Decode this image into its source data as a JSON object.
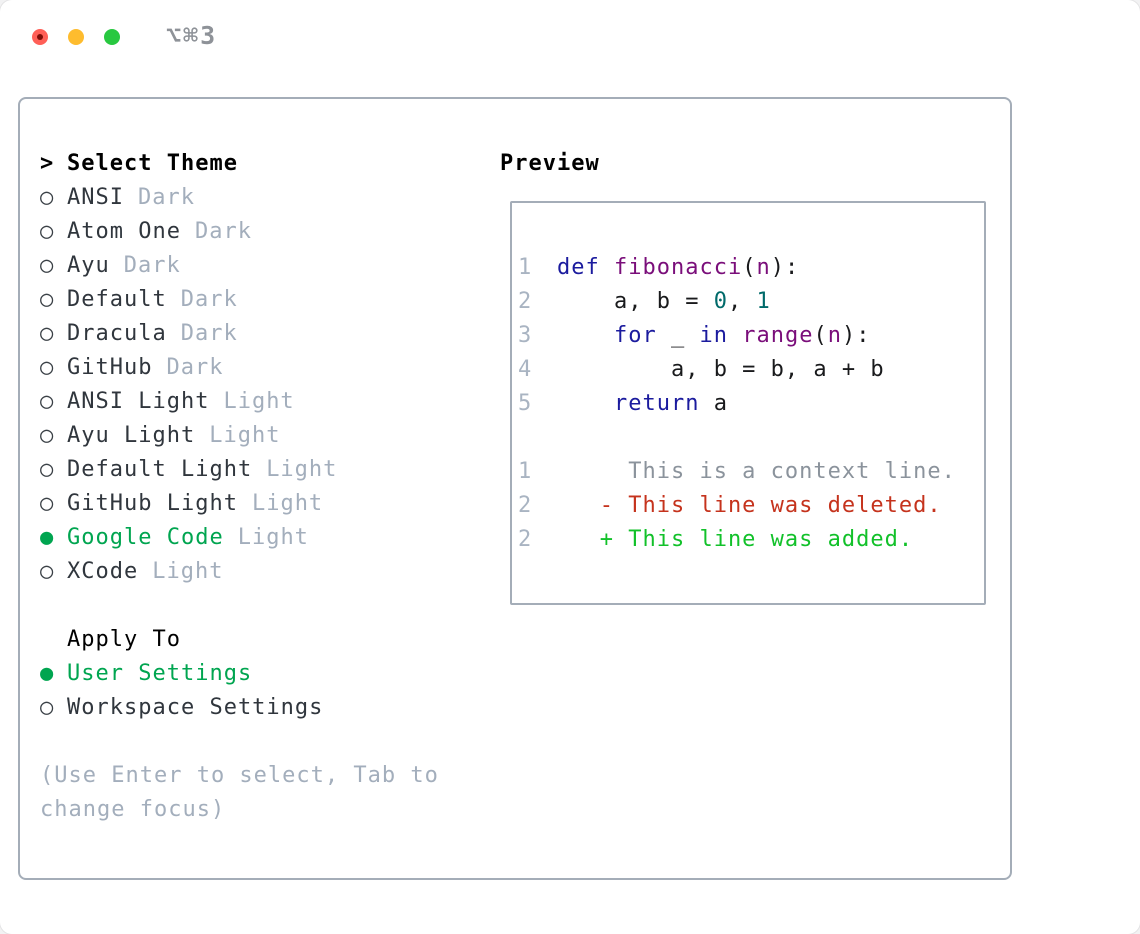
{
  "window": {
    "title": "⌥⌘3"
  },
  "colors": {
    "select_green": "#00a550",
    "added_green": "#12c12a",
    "deleted_red": "#c5331d",
    "keyword_blue": "#1b1b9e",
    "type_purple": "#7a0e7a",
    "literal_teal": "#006a6a",
    "code_plain": "#191a1c",
    "context_gray": "#8b939c",
    "gutter_gray": "#a9b4c2",
    "muted_gray": "#a3aebc",
    "item_dark": "#30363d",
    "border_gray": "#a4adb8"
  },
  "theme_selector": {
    "heading_marker": ">",
    "heading": "Select Theme",
    "markers": {
      "unselected": "○",
      "selected": "●"
    },
    "items": [
      {
        "name": "ANSI",
        "variant": "Dark",
        "selected": false
      },
      {
        "name": "Atom One",
        "variant": "Dark",
        "selected": false
      },
      {
        "name": "Ayu",
        "variant": "Dark",
        "selected": false
      },
      {
        "name": "Default",
        "variant": "Dark",
        "selected": false
      },
      {
        "name": "Dracula",
        "variant": "Dark",
        "selected": false
      },
      {
        "name": "GitHub",
        "variant": "Dark",
        "selected": false
      },
      {
        "name": "ANSI Light",
        "variant": "Light",
        "selected": false
      },
      {
        "name": "Ayu Light",
        "variant": "Light",
        "selected": false
      },
      {
        "name": "Default Light",
        "variant": "Light",
        "selected": false
      },
      {
        "name": "GitHub Light",
        "variant": "Light",
        "selected": false
      },
      {
        "name": "Google Code",
        "variant": "Light",
        "selected": true
      },
      {
        "name": "XCode",
        "variant": "Light",
        "selected": false
      }
    ]
  },
  "apply_to": {
    "heading": "Apply To",
    "options": [
      {
        "name": "User Settings",
        "selected": true
      },
      {
        "name": "Workspace Settings",
        "selected": false
      }
    ]
  },
  "help_text": "(Use Enter to select, Tab to change focus)",
  "preview": {
    "heading": "Preview",
    "lines": [
      {
        "num": "1",
        "seg": [
          {
            "t": "def",
            "c": "kw"
          },
          {
            "t": " ",
            "c": "pln"
          },
          {
            "t": "fibonacci",
            "c": "typ"
          },
          {
            "t": "(",
            "c": "pln"
          },
          {
            "t": "n",
            "c": "typ"
          },
          {
            "t": "):",
            "c": "pln"
          }
        ]
      },
      {
        "num": "2",
        "seg": [
          {
            "t": "    a, b = ",
            "c": "pln"
          },
          {
            "t": "0",
            "c": "lit"
          },
          {
            "t": ", ",
            "c": "pln"
          },
          {
            "t": "1",
            "c": "lit"
          }
        ]
      },
      {
        "num": "3",
        "seg": [
          {
            "t": "    ",
            "c": "pln"
          },
          {
            "t": "for",
            "c": "kw"
          },
          {
            "t": " _ ",
            "c": "pln"
          },
          {
            "t": "in",
            "c": "kw"
          },
          {
            "t": " ",
            "c": "pln"
          },
          {
            "t": "range",
            "c": "typ"
          },
          {
            "t": "(",
            "c": "pln"
          },
          {
            "t": "n",
            "c": "typ"
          },
          {
            "t": "):",
            "c": "pln"
          }
        ]
      },
      {
        "num": "4",
        "seg": [
          {
            "t": "        a, b = b, a + b",
            "c": "pln"
          }
        ]
      },
      {
        "num": "5",
        "seg": [
          {
            "t": "    ",
            "c": "pln"
          },
          {
            "t": "return",
            "c": "kw"
          },
          {
            "t": " a",
            "c": "pln"
          }
        ]
      },
      {
        "num": "",
        "seg": []
      },
      {
        "num": "1",
        "seg": [
          {
            "t": "     This is a context line.",
            "c": "ctx"
          }
        ]
      },
      {
        "num": "2",
        "seg": [
          {
            "t": "   - This line was deleted.",
            "c": "del"
          }
        ]
      },
      {
        "num": "2",
        "seg": [
          {
            "t": "   + This line was added.",
            "c": "add"
          }
        ]
      }
    ]
  }
}
